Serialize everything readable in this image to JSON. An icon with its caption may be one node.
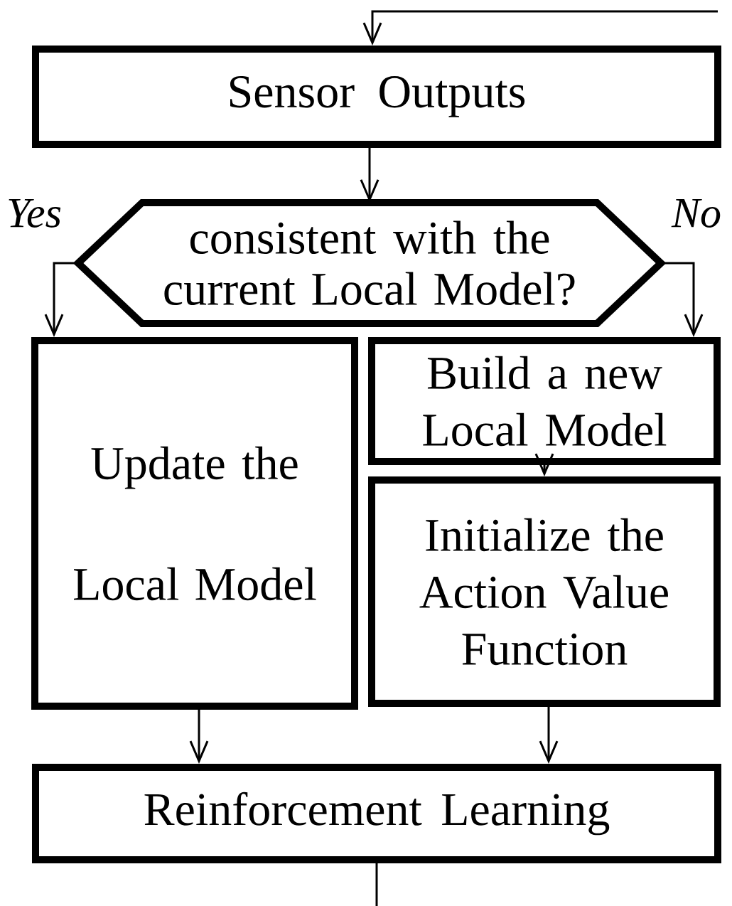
{
  "diagram": {
    "nodes": [
      {
        "text": [
          "Sensor Outputs"
        ]
      },
      {
        "text": [
          "consistent with the current Local Model?"
        ]
      },
      {
        "text": [
          "Update the Local Model"
        ]
      },
      {
        "text": [
          "Build a new Local Model"
        ]
      },
      {
        "text": [
          "Initialize the Action Value Function"
        ]
      },
      {
        "text": [
          "Reinforcement Learning"
        ]
      }
    ],
    "edges": [
      {
        "from": null,
        "to": 0,
        "arrow": "to"
      },
      {
        "from": 0,
        "to": 1,
        "arrow": "to"
      },
      {
        "from": 1,
        "to": 2,
        "arrow": "to",
        "label": "Yes"
      },
      {
        "from": 1,
        "to": 3,
        "arrow": "to",
        "label": "No"
      },
      {
        "from": 3,
        "to": 4,
        "arrow": "to"
      },
      {
        "from": 2,
        "to": 5,
        "arrow": "to"
      },
      {
        "from": 4,
        "to": 5,
        "arrow": "to"
      },
      {
        "from": 5,
        "to": null,
        "arrow": "none"
      }
    ]
  }
}
